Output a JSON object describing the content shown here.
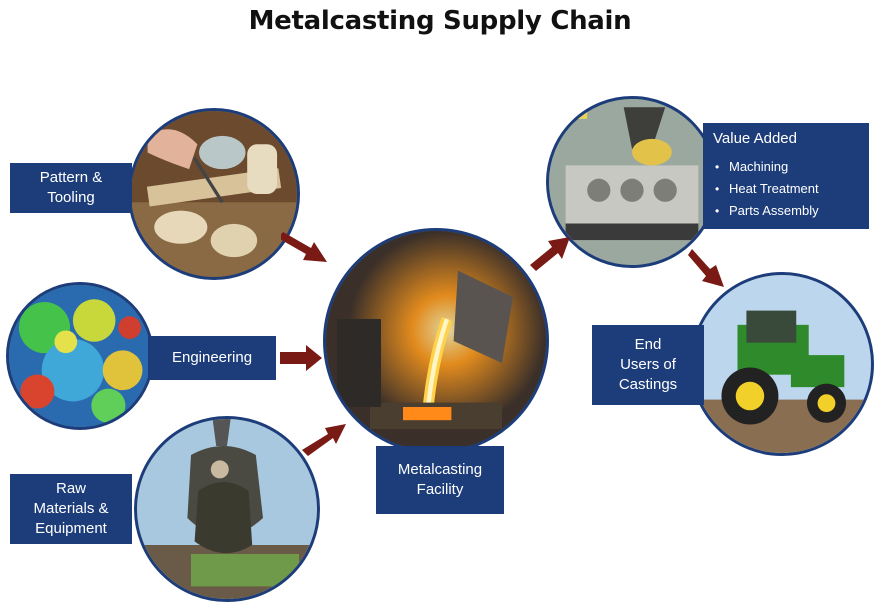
{
  "title": "Metalcasting Supply Chain",
  "nodes": {
    "pattern": {
      "label_lines": [
        "Pattern &",
        "Tooling"
      ]
    },
    "engineering": {
      "label_lines": [
        "Engineering"
      ]
    },
    "raw": {
      "label_lines": [
        "Raw",
        "Materials &",
        "Equipment"
      ]
    },
    "facility": {
      "label_lines": [
        "Metalcasting",
        "Facility"
      ]
    },
    "value_added": {
      "title": "Value Added",
      "items": [
        "Machining",
        "Heat Treatment",
        "Parts Assembly"
      ]
    },
    "end_users": {
      "label_lines": [
        "End",
        "Users of",
        "Castings"
      ]
    }
  },
  "colors": {
    "box_blue": "#1c3d7a",
    "arrow_red": "#7a1a14"
  }
}
